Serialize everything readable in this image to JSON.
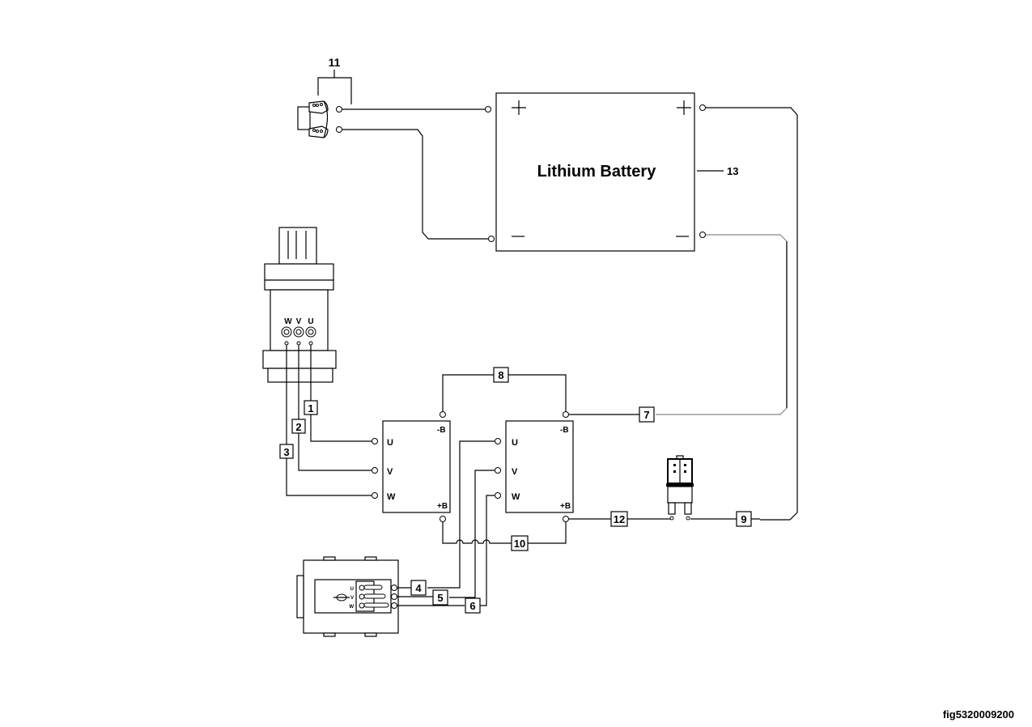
{
  "figure_id": "fig5320009200",
  "battery": {
    "label": "Lithium Battery",
    "ref": "13",
    "plus": "+",
    "minus": "—"
  },
  "components": {
    "charger_connector": {
      "ref": "11"
    },
    "motor": {
      "terminals": [
        "W",
        "V",
        "U"
      ]
    },
    "controller_left": {
      "terminals": [
        "U",
        "V",
        "W"
      ],
      "bplus": "+B",
      "bminus": "-B"
    },
    "controller_right": {
      "terminals": [
        "U",
        "V",
        "W"
      ],
      "bplus": "+B",
      "bminus": "-B"
    },
    "pump_motor": {
      "terminals": [
        "U",
        "V",
        "W"
      ]
    }
  },
  "wires": [
    "1",
    "2",
    "3",
    "4",
    "5",
    "6",
    "7",
    "8",
    "9",
    "10",
    "12"
  ]
}
